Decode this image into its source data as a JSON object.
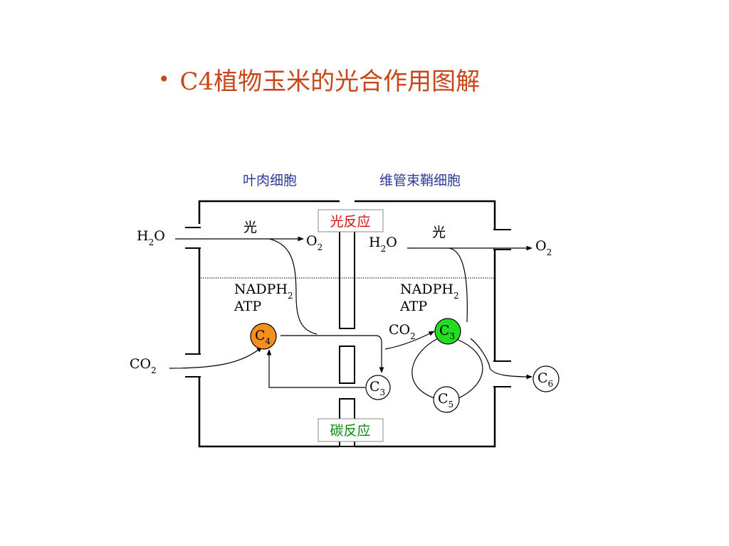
{
  "title": {
    "bullet": "•",
    "text": "C4植物玉米的光合作用图解"
  },
  "cells": {
    "mesophyll": "叶肉细胞",
    "bundle_sheath": "维管束鞘细胞"
  },
  "boxes": {
    "light_reaction": "光反应",
    "carbon_reaction": "碳反应"
  },
  "light": {
    "left": "光",
    "right": "光"
  },
  "labels": {
    "h2o": {
      "base": "H",
      "sub": "2",
      "tail": "O"
    },
    "o2": {
      "base": "O",
      "sub": "2"
    },
    "co2": {
      "base": "CO",
      "sub": "2"
    },
    "nadph2": {
      "base": "NADPH",
      "sub": "2"
    },
    "atp": "ATP"
  },
  "nodes": {
    "c4": {
      "base": "C",
      "sub": "4",
      "fill": "#f5901e",
      "text_color": "#2233aa"
    },
    "c3_green": {
      "base": "C",
      "sub": "3",
      "fill": "#22dd22",
      "text_color": "#cc1111"
    },
    "c3": {
      "base": "C",
      "sub": "3"
    },
    "c5": {
      "base": "C",
      "sub": "5"
    },
    "c6": {
      "base": "C",
      "sub": "6"
    }
  },
  "colors": {
    "title": "#c8461a",
    "cell_header": "#2d3a9a",
    "light_box": "#dd1111",
    "carbon_box": "#118811"
  }
}
